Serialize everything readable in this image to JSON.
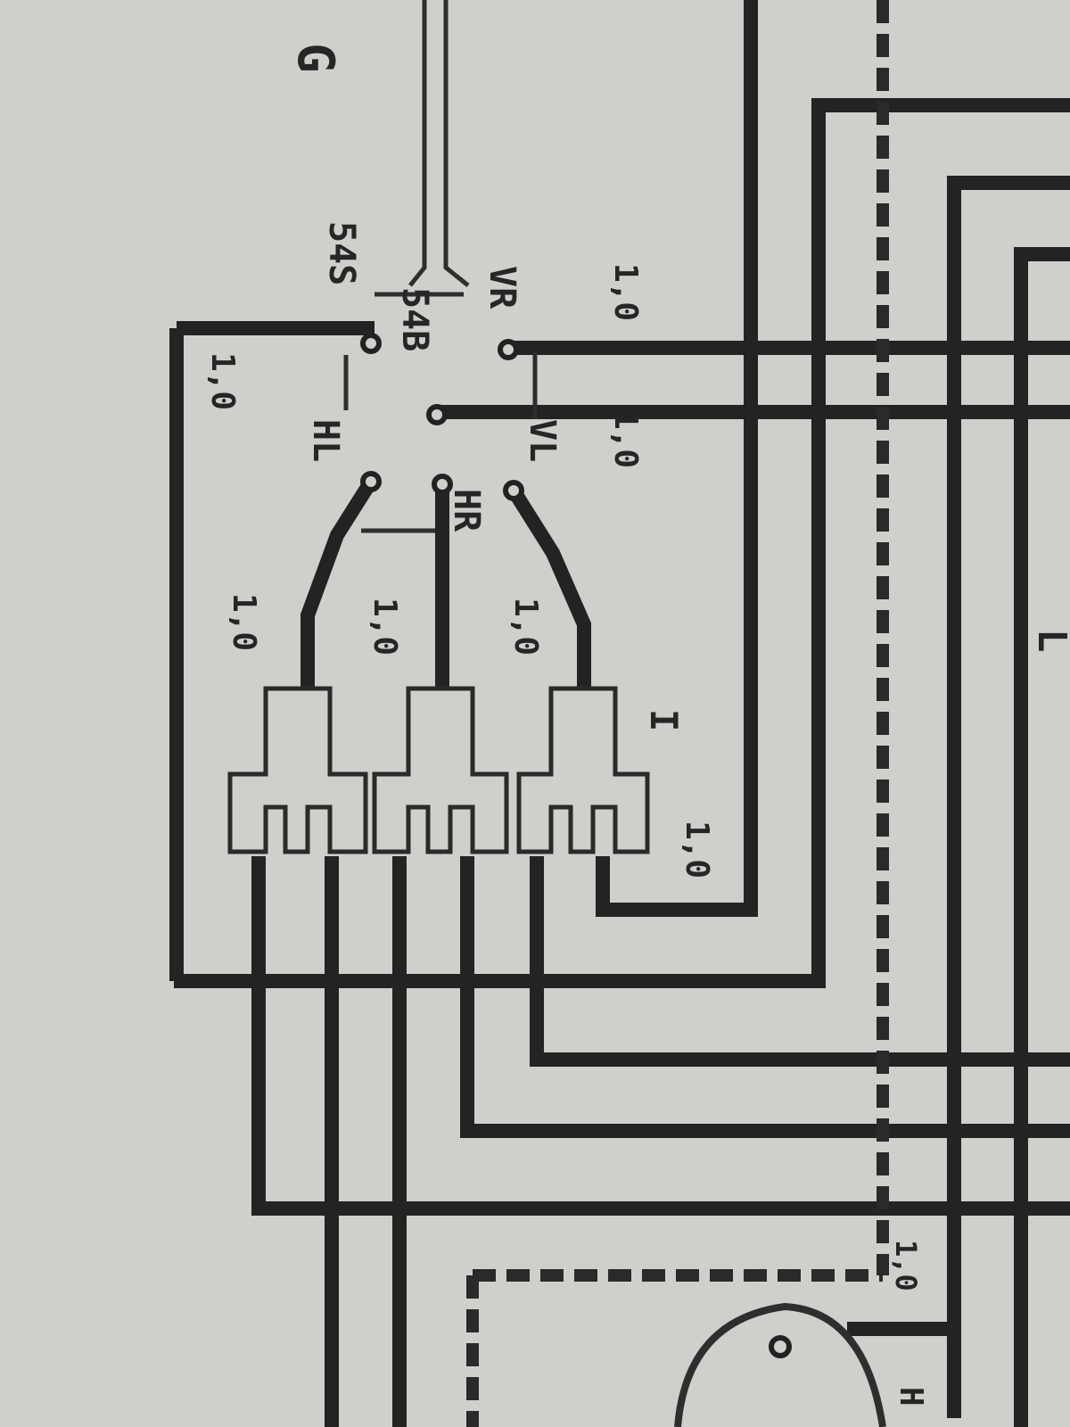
{
  "diagram": {
    "corner_letter": "G",
    "terminals": {
      "t54s": "54S",
      "t54b": "54B",
      "tvr": "VR",
      "thl": "HL",
      "thr": "HR",
      "tvl": "VL"
    },
    "wire_sizes": {
      "box_left": "1,0",
      "vr_right": "1,0",
      "vl_right": "1,0",
      "lamp_left": "1,0",
      "lamp_middle": "1,0",
      "lamp_right": "1,0",
      "lamp_return": "1,0",
      "bottom_right": "1,0"
    },
    "lamp_symbol": "I",
    "edge_letter": "L",
    "bottom_fragment": "H"
  }
}
